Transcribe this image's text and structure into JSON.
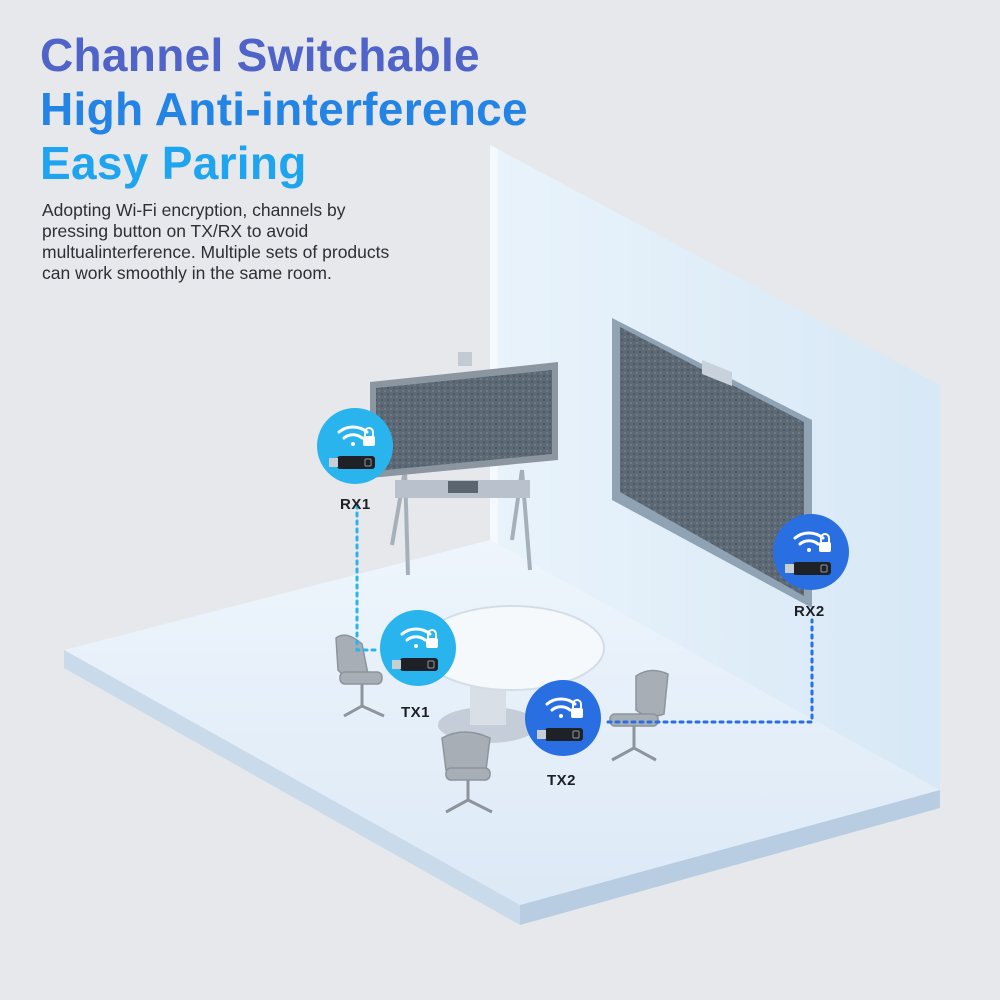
{
  "headline": {
    "line1": "Channel Switchable",
    "line2": "High Anti-interference",
    "line3": "Easy Paring"
  },
  "description": "Adopting Wi-Fi encryption, channels by pressing button on TX/RX to avoid multualinterference.  Multiple sets of products can work smoothly in the same room.",
  "devices": {
    "rx1": {
      "label": "RX1",
      "icon": "wifi-lock-icon",
      "color": "#2ab4ee"
    },
    "tx1": {
      "label": "TX1",
      "icon": "wifi-lock-icon",
      "color": "#2ab4ee"
    },
    "rx2": {
      "label": "RX2",
      "icon": "wifi-lock-icon",
      "color": "#2a6fe2"
    },
    "tx2": {
      "label": "TX2",
      "icon": "wifi-lock-icon",
      "color": "#2a6fe2"
    }
  },
  "colors": {
    "headline_1": "#4f63c9",
    "headline_2": "#2484e6",
    "headline_3": "#1fa4ef",
    "pair_1_link": "#2ab4ee",
    "pair_2_link": "#2a6fe2"
  }
}
